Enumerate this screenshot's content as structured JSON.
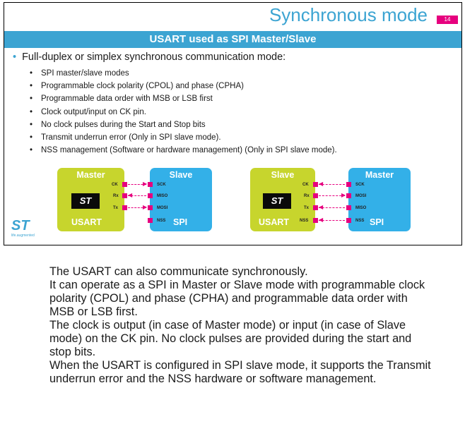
{
  "slide": {
    "title": "Synchronous mode",
    "slide_number": "14",
    "banner": "USART used as SPI Master/Slave",
    "main_bullet": "Full-duplex or simplex synchronous communication mode:",
    "sub_bullets": [
      "SPI master/slave modes",
      "Programmable clock polarity (CPOL) and phase (CPHA)",
      "Programmable data order with MSB or LSB first",
      "Clock output/input on CK pin.",
      "No clock pulses during the Start and Stop bits",
      "Transmit underrun error (Only in SPI slave mode).",
      "NSS management (Software or hardware management) (Only in SPI slave mode)."
    ],
    "diagram_left": {
      "usart_box_title": "Master",
      "usart_box_footer": "USART",
      "spi_box_title": "Slave",
      "spi_box_footer": "SPI",
      "usart_pins": [
        "CK",
        "Rx",
        "Tx"
      ],
      "spi_pins": [
        "SCK",
        "MISO",
        "MOSI",
        "NSS"
      ],
      "chip_logo": "ST"
    },
    "diagram_right": {
      "usart_box_title": "Slave",
      "usart_box_footer": "USART",
      "spi_box_title": "Master",
      "spi_box_footer": "SPI",
      "usart_pins": [
        "CK",
        "Rx",
        "Tx",
        "NSS"
      ],
      "spi_pins": [
        "SCK",
        "MOSI",
        "MISO",
        "NSS"
      ],
      "chip_logo": "ST"
    },
    "corner_logo": "ST",
    "corner_tagline": "life.augmented"
  },
  "notes": [
    "The USART can also communicate synchronously.",
    "It can operate as a SPI in Master or Slave mode with programmable clock polarity (CPOL) and phase (CPHA) and programmable data order with MSB or LSB first.",
    "The clock is output (in case of Master mode) or input (in case of Slave mode) on the CK pin. No clock pulses are provided during the start and stop bits.",
    "When the USART is configured in SPI slave mode, it supports the Transmit underrun error and the NSS hardware or software management."
  ],
  "colors": {
    "accent": "#3ca4d2",
    "magenta": "#e6007e",
    "lime": "#c7d52d",
    "sky": "#33b0e8"
  }
}
